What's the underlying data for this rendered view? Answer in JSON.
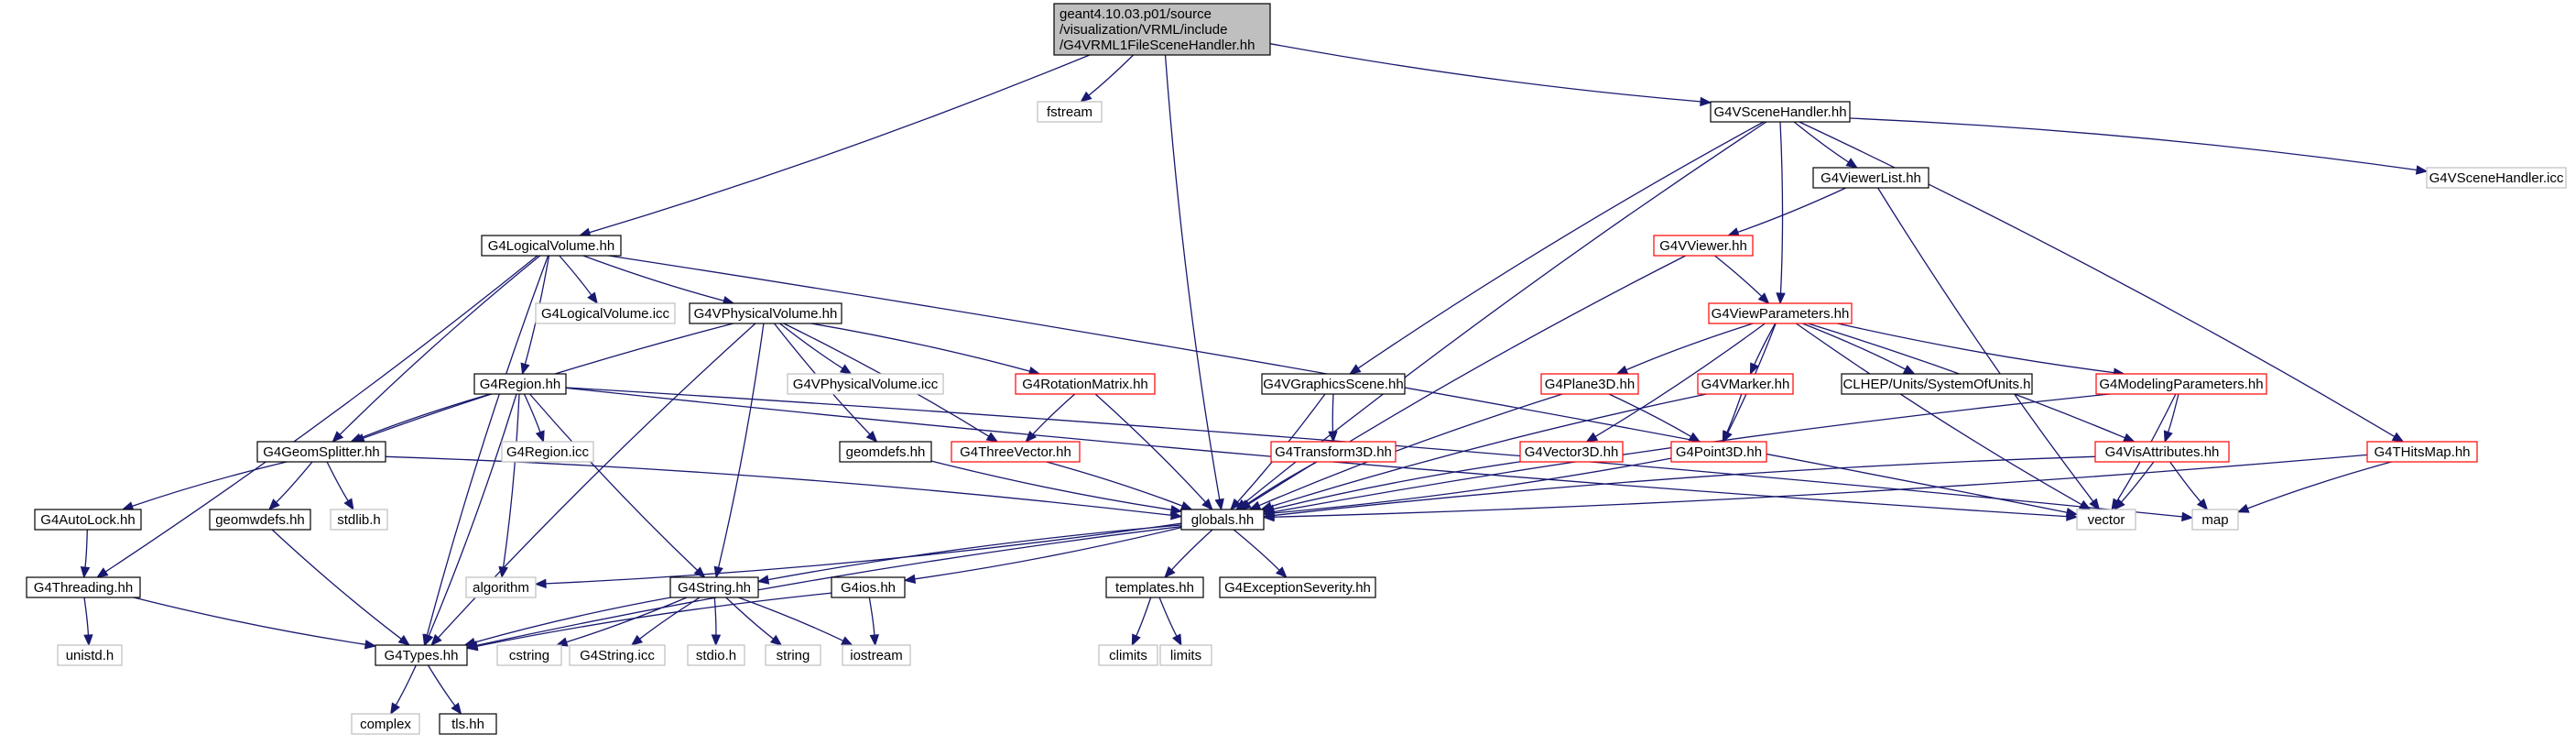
{
  "graph": {
    "nodes": [
      {
        "id": "root",
        "lines": [
          "geant4.10.03.p01/source",
          "/visualization/VRML/include",
          "/G4VRML1FileSceneHandler.hh"
        ],
        "style": "root"
      },
      {
        "id": "fstream",
        "lines": [
          "fstream"
        ],
        "style": "system"
      },
      {
        "id": "G4VSceneHandler_hh",
        "lines": [
          "G4VSceneHandler.hh"
        ],
        "style": "normal"
      },
      {
        "id": "G4VSceneHandler_icc",
        "lines": [
          "G4VSceneHandler.icc"
        ],
        "style": "system"
      },
      {
        "id": "G4ViewerList_hh",
        "lines": [
          "G4ViewerList.hh"
        ],
        "style": "normal"
      },
      {
        "id": "G4VViewer_hh",
        "lines": [
          "G4VViewer.hh"
        ],
        "style": "truncated"
      },
      {
        "id": "G4ViewParameters_hh",
        "lines": [
          "G4ViewParameters.hh"
        ],
        "style": "truncated"
      },
      {
        "id": "G4LogicalVolume_hh",
        "lines": [
          "G4LogicalVolume.hh"
        ],
        "style": "normal"
      },
      {
        "id": "G4LogicalVolume_icc",
        "lines": [
          "G4LogicalVolume.icc"
        ],
        "style": "system"
      },
      {
        "id": "G4VPhysicalVolume_hh",
        "lines": [
          "G4VPhysicalVolume.hh"
        ],
        "style": "normal"
      },
      {
        "id": "G4VPhysicalVolume_icc",
        "lines": [
          "G4VPhysicalVolume.icc"
        ],
        "style": "system"
      },
      {
        "id": "G4Region_hh",
        "lines": [
          "G4Region.hh"
        ],
        "style": "normal"
      },
      {
        "id": "G4Region_icc",
        "lines": [
          "G4Region.icc"
        ],
        "style": "system"
      },
      {
        "id": "G4RotationMatrix_hh",
        "lines": [
          "G4RotationMatrix.hh"
        ],
        "style": "truncated"
      },
      {
        "id": "G4VGraphicsScene_hh",
        "lines": [
          "G4VGraphicsScene.hh"
        ],
        "style": "normal"
      },
      {
        "id": "G4Transform3D_hh",
        "lines": [
          "G4Transform3D.hh"
        ],
        "style": "truncated"
      },
      {
        "id": "G4Plane3D_hh",
        "lines": [
          "G4Plane3D.hh"
        ],
        "style": "truncated"
      },
      {
        "id": "G4VMarker_hh",
        "lines": [
          "G4VMarker.hh"
        ],
        "style": "truncated"
      },
      {
        "id": "CLHEP_SystemOfUnits_h",
        "lines": [
          "CLHEP/Units/SystemOfUnits.h"
        ],
        "style": "normal"
      },
      {
        "id": "G4ModelingParameters_hh",
        "lines": [
          "G4ModelingParameters.hh"
        ],
        "style": "truncated"
      },
      {
        "id": "G4GeomSplitter_hh",
        "lines": [
          "G4GeomSplitter.hh"
        ],
        "style": "normal"
      },
      {
        "id": "geomdefs_hh",
        "lines": [
          "geomdefs.hh"
        ],
        "style": "normal"
      },
      {
        "id": "G4ThreeVector_hh",
        "lines": [
          "G4ThreeVector.hh"
        ],
        "style": "truncated"
      },
      {
        "id": "G4Vector3D_hh",
        "lines": [
          "G4Vector3D.hh"
        ],
        "style": "truncated"
      },
      {
        "id": "G4Point3D_hh",
        "lines": [
          "G4Point3D.hh"
        ],
        "style": "truncated"
      },
      {
        "id": "G4VisAttributes_hh",
        "lines": [
          "G4VisAttributes.hh"
        ],
        "style": "truncated"
      },
      {
        "id": "G4THitsMap_hh",
        "lines": [
          "G4THitsMap.hh"
        ],
        "style": "truncated"
      },
      {
        "id": "G4AutoLock_hh",
        "lines": [
          "G4AutoLock.hh"
        ],
        "style": "normal"
      },
      {
        "id": "geomwdefs_hh",
        "lines": [
          "geomwdefs.hh"
        ],
        "style": "normal"
      },
      {
        "id": "stdlib_h",
        "lines": [
          "stdlib.h"
        ],
        "style": "system"
      },
      {
        "id": "globals_hh",
        "lines": [
          "globals.hh"
        ],
        "style": "normal"
      },
      {
        "id": "vector",
        "lines": [
          "vector"
        ],
        "style": "system"
      },
      {
        "id": "map",
        "lines": [
          "map"
        ],
        "style": "system"
      },
      {
        "id": "G4Threading_hh",
        "lines": [
          "G4Threading.hh"
        ],
        "style": "normal"
      },
      {
        "id": "algorithm",
        "lines": [
          "algorithm"
        ],
        "style": "system"
      },
      {
        "id": "G4String_hh",
        "lines": [
          "G4String.hh"
        ],
        "style": "normal"
      },
      {
        "id": "G4ios_hh",
        "lines": [
          "G4ios.hh"
        ],
        "style": "normal"
      },
      {
        "id": "templates_hh",
        "lines": [
          "templates.hh"
        ],
        "style": "normal"
      },
      {
        "id": "G4ExceptionSeverity_hh",
        "lines": [
          "G4ExceptionSeverity.hh"
        ],
        "style": "normal"
      },
      {
        "id": "unistd_h",
        "lines": [
          "unistd.h"
        ],
        "style": "system"
      },
      {
        "id": "G4Types_hh",
        "lines": [
          "G4Types.hh"
        ],
        "style": "normal"
      },
      {
        "id": "cstring",
        "lines": [
          "cstring"
        ],
        "style": "system"
      },
      {
        "id": "G4String_icc",
        "lines": [
          "G4String.icc"
        ],
        "style": "system"
      },
      {
        "id": "stdio_h",
        "lines": [
          "stdio.h"
        ],
        "style": "system"
      },
      {
        "id": "string",
        "lines": [
          "string"
        ],
        "style": "system"
      },
      {
        "id": "iostream",
        "lines": [
          "iostream"
        ],
        "style": "system"
      },
      {
        "id": "climits",
        "lines": [
          "climits"
        ],
        "style": "system"
      },
      {
        "id": "limits",
        "lines": [
          "limits"
        ],
        "style": "system"
      },
      {
        "id": "complex",
        "lines": [
          "complex"
        ],
        "style": "system"
      },
      {
        "id": "tls_hh",
        "lines": [
          "tls.hh"
        ],
        "style": "normal"
      }
    ],
    "edges": [
      [
        "root",
        "fstream"
      ],
      [
        "root",
        "G4VSceneHandler_hh"
      ],
      [
        "root",
        "G4LogicalVolume_hh"
      ],
      [
        "root",
        "globals_hh"
      ],
      [
        "G4VSceneHandler_hh",
        "G4VSceneHandler_icc"
      ],
      [
        "G4VSceneHandler_hh",
        "G4ViewerList_hh"
      ],
      [
        "G4VSceneHandler_hh",
        "G4ViewParameters_hh"
      ],
      [
        "G4VSceneHandler_hh",
        "G4VGraphicsScene_hh"
      ],
      [
        "G4VSceneHandler_hh",
        "G4THitsMap_hh"
      ],
      [
        "G4VSceneHandler_hh",
        "globals_hh"
      ],
      [
        "G4ViewerList_hh",
        "G4VViewer_hh"
      ],
      [
        "G4ViewerList_hh",
        "vector"
      ],
      [
        "G4VViewer_hh",
        "G4ViewParameters_hh"
      ],
      [
        "G4VViewer_hh",
        "globals_hh"
      ],
      [
        "G4ViewParameters_hh",
        "G4Vector3D_hh"
      ],
      [
        "G4ViewParameters_hh",
        "G4Plane3D_hh"
      ],
      [
        "G4ViewParameters_hh",
        "G4Point3D_hh"
      ],
      [
        "G4ViewParameters_hh",
        "G4VMarker_hh"
      ],
      [
        "G4ViewParameters_hh",
        "CLHEP_SystemOfUnits_h"
      ],
      [
        "G4ViewParameters_hh",
        "G4ModelingParameters_hh"
      ],
      [
        "G4ViewParameters_hh",
        "G4VisAttributes_hh"
      ],
      [
        "G4ViewParameters_hh",
        "vector"
      ],
      [
        "G4LogicalVolume_hh",
        "G4LogicalVolume_icc"
      ],
      [
        "G4LogicalVolume_hh",
        "G4VPhysicalVolume_hh"
      ],
      [
        "G4LogicalVolume_hh",
        "G4Region_hh"
      ],
      [
        "G4LogicalVolume_hh",
        "G4GeomSplitter_hh"
      ],
      [
        "G4LogicalVolume_hh",
        "G4Threading_hh"
      ],
      [
        "G4LogicalVolume_hh",
        "G4Types_hh"
      ],
      [
        "G4LogicalVolume_hh",
        "vector"
      ],
      [
        "G4VPhysicalVolume_hh",
        "G4VPhysicalVolume_icc"
      ],
      [
        "G4VPhysicalVolume_hh",
        "G4RotationMatrix_hh"
      ],
      [
        "G4VPhysicalVolume_hh",
        "geomdefs_hh"
      ],
      [
        "G4VPhysicalVolume_hh",
        "G4ThreeVector_hh"
      ],
      [
        "G4VPhysicalVolume_hh",
        "G4GeomSplitter_hh"
      ],
      [
        "G4VPhysicalVolume_hh",
        "G4String_hh"
      ],
      [
        "G4VPhysicalVolume_hh",
        "G4Types_hh"
      ],
      [
        "G4Region_hh",
        "G4Region_icc"
      ],
      [
        "G4Region_hh",
        "G4GeomSplitter_hh"
      ],
      [
        "G4Region_hh",
        "algorithm"
      ],
      [
        "G4Region_hh",
        "G4String_hh"
      ],
      [
        "G4Region_hh",
        "G4Types_hh"
      ],
      [
        "G4Region_hh",
        "vector"
      ],
      [
        "G4Region_hh",
        "map"
      ],
      [
        "G4RotationMatrix_hh",
        "G4ThreeVector_hh"
      ],
      [
        "G4RotationMatrix_hh",
        "globals_hh"
      ],
      [
        "G4VGraphicsScene_hh",
        "G4Transform3D_hh"
      ],
      [
        "G4VGraphicsScene_hh",
        "globals_hh"
      ],
      [
        "G4Transform3D_hh",
        "globals_hh"
      ],
      [
        "G4Plane3D_hh",
        "G4Point3D_hh"
      ],
      [
        "G4Plane3D_hh",
        "globals_hh"
      ],
      [
        "G4VMarker_hh",
        "G4Point3D_hh"
      ],
      [
        "G4VMarker_hh",
        "globals_hh"
      ],
      [
        "G4ModelingParameters_hh",
        "G4VisAttributes_hh"
      ],
      [
        "G4ModelingParameters_hh",
        "globals_hh"
      ],
      [
        "G4ModelingParameters_hh",
        "vector"
      ],
      [
        "G4GeomSplitter_hh",
        "G4AutoLock_hh"
      ],
      [
        "G4GeomSplitter_hh",
        "geomwdefs_hh"
      ],
      [
        "G4GeomSplitter_hh",
        "stdlib_h"
      ],
      [
        "G4GeomSplitter_hh",
        "globals_hh"
      ],
      [
        "geomdefs_hh",
        "globals_hh"
      ],
      [
        "G4ThreeVector_hh",
        "globals_hh"
      ],
      [
        "G4Vector3D_hh",
        "globals_hh"
      ],
      [
        "G4Point3D_hh",
        "globals_hh"
      ],
      [
        "G4VisAttributes_hh",
        "globals_hh"
      ],
      [
        "G4VisAttributes_hh",
        "vector"
      ],
      [
        "G4VisAttributes_hh",
        "map"
      ],
      [
        "G4THitsMap_hh",
        "globals_hh"
      ],
      [
        "G4THitsMap_hh",
        "map"
      ],
      [
        "G4AutoLock_hh",
        "G4Threading_hh"
      ],
      [
        "geomwdefs_hh",
        "G4Types_hh"
      ],
      [
        "G4Threading_hh",
        "unistd_h"
      ],
      [
        "G4Threading_hh",
        "G4Types_hh"
      ],
      [
        "globals_hh",
        "algorithm"
      ],
      [
        "globals_hh",
        "G4String_hh"
      ],
      [
        "globals_hh",
        "G4ios_hh"
      ],
      [
        "globals_hh",
        "templates_hh"
      ],
      [
        "globals_hh",
        "G4ExceptionSeverity_hh"
      ],
      [
        "globals_hh",
        "G4Types_hh"
      ],
      [
        "G4String_hh",
        "cstring"
      ],
      [
        "G4String_hh",
        "G4String_icc"
      ],
      [
        "G4String_hh",
        "stdio_h"
      ],
      [
        "G4String_hh",
        "string"
      ],
      [
        "G4String_hh",
        "iostream"
      ],
      [
        "G4String_hh",
        "G4Types_hh"
      ],
      [
        "G4ios_hh",
        "iostream"
      ],
      [
        "G4ios_hh",
        "G4Types_hh"
      ],
      [
        "templates_hh",
        "climits"
      ],
      [
        "templates_hh",
        "limits"
      ],
      [
        "G4Types_hh",
        "complex"
      ],
      [
        "G4Types_hh",
        "tls_hh"
      ]
    ],
    "colors": {
      "edge": "#191970",
      "normal_border": "#000000",
      "truncated_border": "#ff0000",
      "system_border": "#bfbfbf",
      "root_fill": "#bfbfbf"
    }
  }
}
